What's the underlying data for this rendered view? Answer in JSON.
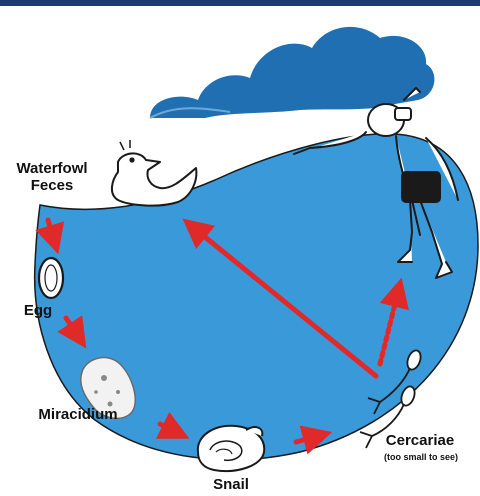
{
  "labels": {
    "waterfowl_line1": "Waterfowl",
    "waterfowl_line2": "Feces",
    "egg": "Egg",
    "miracidium": "Miracidium",
    "snail": "Snail",
    "cercariae": "Cercariae",
    "cercariae_note": "(too small to see)"
  },
  "colors": {
    "water": "#3a9ad9",
    "cloud": "#1f6fb2",
    "arrow": "#e02a2a",
    "band": "#1e3a6e"
  },
  "icons": [
    "cloud-icon",
    "duck-icon",
    "egg-icon",
    "miracidium-icon",
    "snail-icon",
    "cercariae-icon",
    "swimmer-icon"
  ]
}
